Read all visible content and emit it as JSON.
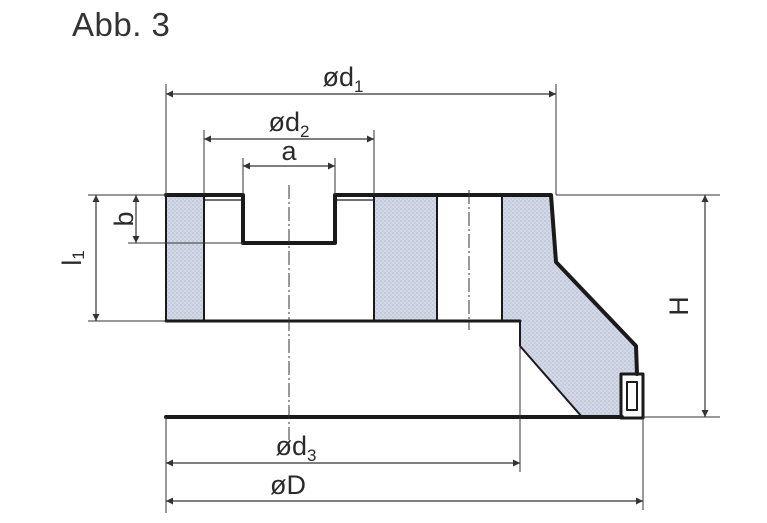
{
  "figure": {
    "title": "Abb. 3"
  },
  "labels": {
    "d1": {
      "main": "ød",
      "sub": "1"
    },
    "d2": {
      "main": "ød",
      "sub": "2"
    },
    "a": {
      "main": "a"
    },
    "b": {
      "main": "b"
    },
    "l1": {
      "main": "l",
      "sub": "1"
    },
    "H": {
      "main": "H"
    },
    "d3": {
      "main": "ød",
      "sub": "3"
    },
    "D": {
      "main": "øD"
    }
  },
  "colors": {
    "outline": "#1a1a1a",
    "hatch": "#c9cfdf",
    "dimension": "#333333",
    "title": "#333333"
  }
}
